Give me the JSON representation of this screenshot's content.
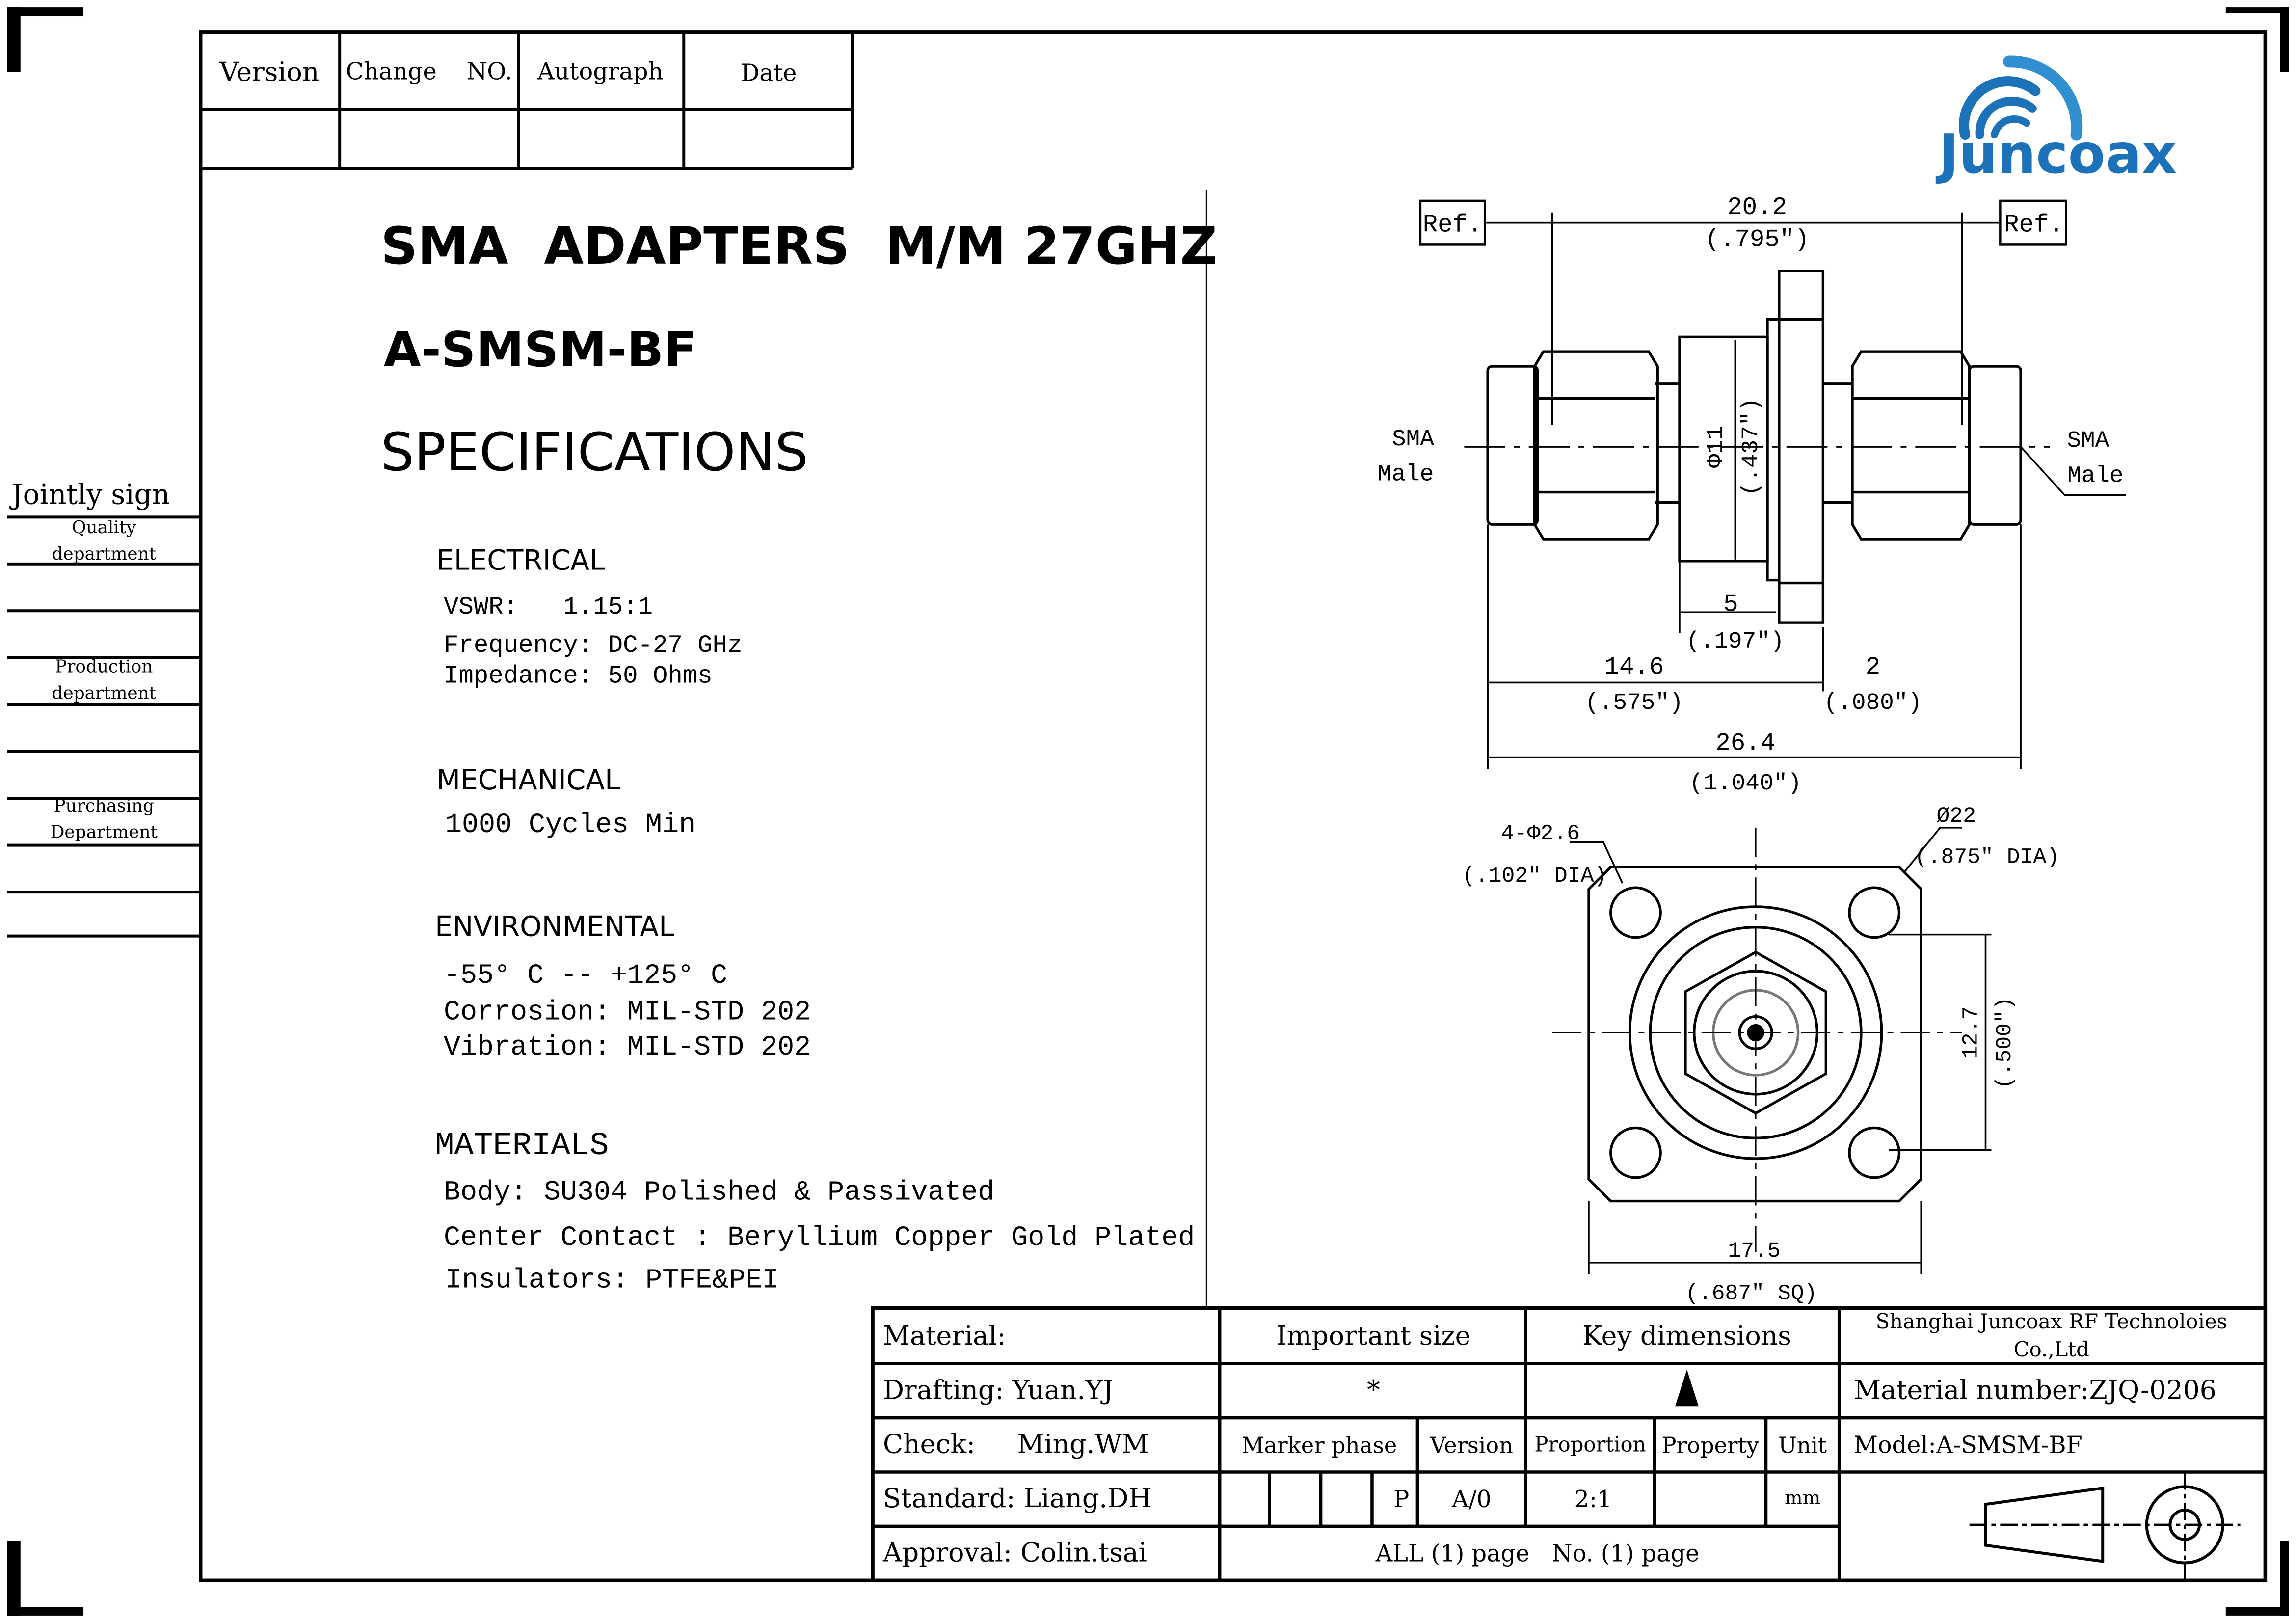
{
  "revision_table": {
    "headers": [
      "Version",
      "Change    NO.",
      "Autograph",
      "Date"
    ]
  },
  "jointly_sign": {
    "title": "Jointly sign",
    "departments": [
      [
        "Quality",
        "department"
      ],
      [
        "Production",
        "department"
      ],
      [
        "Purchasing",
        "Department"
      ]
    ]
  },
  "logo": {
    "text": "Juncoax",
    "color": "#1b72b8"
  },
  "title": {
    "line1": "SMA  ADAPTERS  M/M 27GHZ",
    "line2": "A-SMSM-BF",
    "line3": "SPECIFICATIONS"
  },
  "specs": {
    "electrical": {
      "heading": "ELECTRICAL",
      "items": [
        "VSWR:   1.15:1",
        "Frequency: DC-27 GHz",
        "Impedance: 50 Ohms"
      ]
    },
    "mechanical": {
      "heading": "MECHANICAL",
      "items": [
        "1000 Cycles Min"
      ]
    },
    "environmental": {
      "heading": "ENVIRONMENTAL",
      "items": [
        "-55° C -- +125° C",
        "Corrosion: MIL-STD 202",
        "Vibration: MIL-STD 202"
      ]
    },
    "materials": {
      "heading": "MATERIALS",
      "items": [
        "Body: SU304 Polished & Passivated",
        "Center Contact : Beryllium Copper Gold Plated",
        "Insulators: PTFE&PEI"
      ]
    }
  },
  "drawing": {
    "ref": "Ref.",
    "sma_male": [
      "SMA",
      "Male"
    ],
    "dims": {
      "overall_ref": [
        "20.2",
        "(.795\")"
      ],
      "dia_body": [
        "Φ11",
        "(.437\")"
      ],
      "body_len": [
        "5",
        "(.197\")"
      ],
      "half_len": [
        "14.6",
        "(.575\")"
      ],
      "flange": [
        "2",
        "(.080\")"
      ],
      "total": [
        "26.4",
        "(1.040\")"
      ],
      "holes": [
        "4-Φ2.6",
        "(.102\" DIA)"
      ],
      "flange_dia": [
        "Ø22",
        "(.875\" DIA)"
      ],
      "hole_spacing": [
        "12.7",
        "(.500\")"
      ],
      "flange_sq": [
        "17.5",
        "(.687\" SQ)"
      ]
    }
  },
  "title_block": {
    "material": "Material:",
    "important_size": "Important size",
    "key_dimensions": "Key dimensions",
    "company": [
      "Shanghai Juncoax RF Technoloies",
      "Co.,Ltd"
    ],
    "drafting": "Drafting: Yuan.YJ",
    "important_mark": "*",
    "material_number": "Material number:ZJQ-0206",
    "check": "Check:     Ming.WM",
    "marker_phase": "Marker phase",
    "version": "Version",
    "proportion": "Proportion",
    "property": "Property",
    "unit": "Unit",
    "model": "Model:A-SMSM-BF",
    "standard": "Standard: Liang.DH",
    "phase_value": "P",
    "version_value": "A/0",
    "proportion_value": "2:1",
    "unit_value": "mm",
    "approval": "Approval: Colin.tsai",
    "pages": "ALL (1) page   No. (1) page"
  }
}
